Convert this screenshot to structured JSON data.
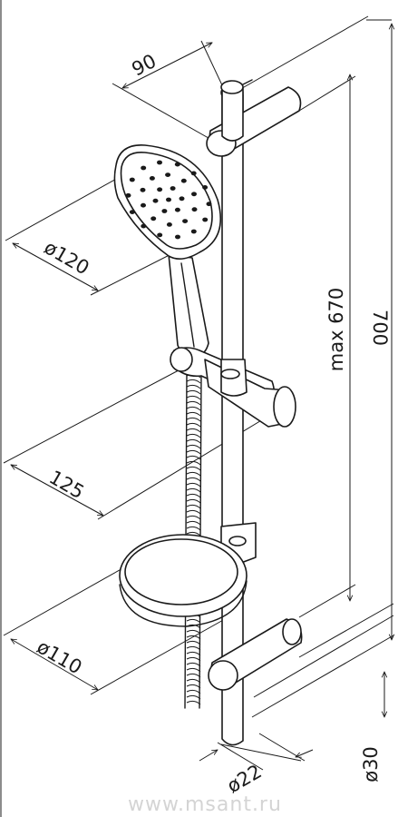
{
  "dimensions": {
    "top_width": "90",
    "head_diameter": "ø120",
    "max_height": "max 670",
    "total_height": "700",
    "holder_offset": "125",
    "dish_diameter": "ø110",
    "bar_diameter": "ø22",
    "mount_diameter": "ø30"
  },
  "watermark": "www.msant.ru",
  "colors": {
    "line": "#1a1a1a",
    "background": "#ffffff",
    "watermark": "#d4d4d4"
  }
}
